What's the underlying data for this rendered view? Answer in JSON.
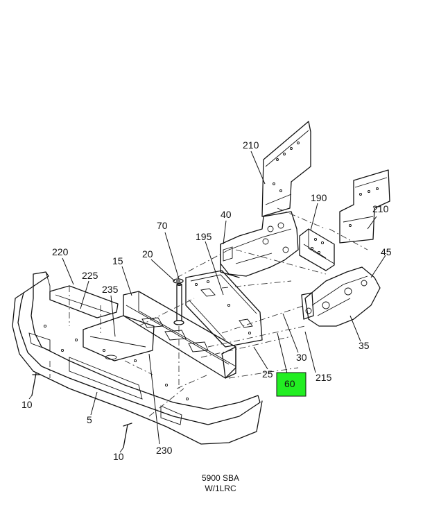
{
  "diagram": {
    "callouts": [
      {
        "id": "210a",
        "label": "210"
      },
      {
        "id": "190",
        "label": "190"
      },
      {
        "id": "210b",
        "label": "210"
      },
      {
        "id": "40",
        "label": "40"
      },
      {
        "id": "70",
        "label": "70"
      },
      {
        "id": "195",
        "label": "195"
      },
      {
        "id": "45",
        "label": "45"
      },
      {
        "id": "220",
        "label": "220"
      },
      {
        "id": "20",
        "label": "20"
      },
      {
        "id": "15",
        "label": "15"
      },
      {
        "id": "225",
        "label": "225"
      },
      {
        "id": "235",
        "label": "235"
      },
      {
        "id": "35",
        "label": "35"
      },
      {
        "id": "30",
        "label": "30"
      },
      {
        "id": "25",
        "label": "25"
      },
      {
        "id": "215",
        "label": "215"
      },
      {
        "id": "60",
        "label": "60",
        "highlighted": true
      },
      {
        "id": "10a",
        "label": "10"
      },
      {
        "id": "5",
        "label": "5"
      },
      {
        "id": "230",
        "label": "230"
      },
      {
        "id": "10b",
        "label": "10"
      }
    ],
    "caption_line1": "5900 SBA",
    "caption_line2": "W/1LRC",
    "highlight_color": "#22ee22"
  }
}
